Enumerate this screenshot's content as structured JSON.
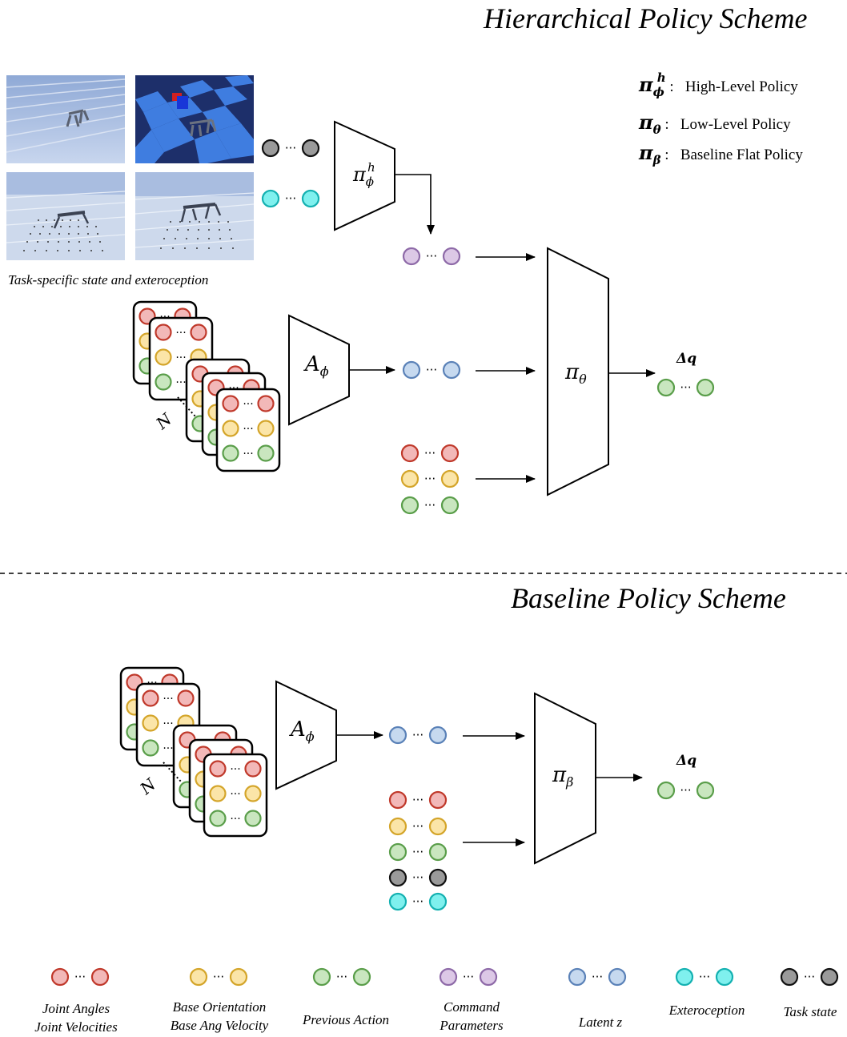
{
  "top": {
    "title": "Hierarchical Policy Scheme",
    "image_caption": "Task-specific state and exteroception",
    "legend": [
      {
        "symbol": "π",
        "sub": "ϕ",
        "sup": "h",
        "label": "High-Level Policy"
      },
      {
        "symbol": "π",
        "sub": "θ",
        "sup": "",
        "label": "Low-Level Policy"
      },
      {
        "symbol": "π",
        "sub": "β",
        "sup": "",
        "label": "Baseline Flat Policy"
      }
    ],
    "high_policy_label": "π",
    "high_policy_sub": "ϕ",
    "high_policy_sup": "h",
    "encoder_label": "A",
    "encoder_sub": "ϕ",
    "low_policy_label": "π",
    "low_policy_sub": "θ",
    "output_label": "Δq",
    "history_label": "N"
  },
  "bottom": {
    "title": "Baseline Policy Scheme",
    "encoder_label": "A",
    "encoder_sub": "ϕ",
    "policy_label": "π",
    "policy_sub": "β",
    "output_label": "Δq",
    "history_label": "N"
  },
  "legend": [
    {
      "color_fill": "#f2b8b8",
      "color_stroke": "#c0392b",
      "line1": "Joint Angles",
      "line2": "Joint Velocities"
    },
    {
      "color_fill": "#fbe5a8",
      "color_stroke": "#d4a52a",
      "line1": "Base Orientation",
      "line2": "Base Ang Velocity"
    },
    {
      "color_fill": "#c9e6bf",
      "color_stroke": "#5a9e4a",
      "line1": "Previous Action",
      "line2": ""
    },
    {
      "color_fill": "#dcc8e6",
      "color_stroke": "#8e6aa8",
      "line1": "Command",
      "line2": "Parameters"
    },
    {
      "color_fill": "#c6d9ef",
      "color_stroke": "#5b82b8",
      "line1": "Latent z",
      "line2": ""
    },
    {
      "color_fill": "#7ff0ee",
      "color_stroke": "#14b1b1",
      "line1": "Exteroception",
      "line2": ""
    },
    {
      "color_fill": "#9a9a9a",
      "color_stroke": "#111111",
      "line1": "Task state",
      "line2": ""
    }
  ],
  "colors": {
    "red_fill": "#f2b8b8",
    "red_stroke": "#c0392b",
    "yellow_fill": "#fbe5a8",
    "yellow_stroke": "#d4a52a",
    "green_fill": "#c9e6bf",
    "green_stroke": "#5a9e4a",
    "purple_fill": "#dcc8e6",
    "purple_stroke": "#8e6aa8",
    "blue_fill": "#c6d9ef",
    "blue_stroke": "#5b82b8",
    "cyan_fill": "#7ff0ee",
    "cyan_stroke": "#14b1b1",
    "gray_fill": "#9a9a9a",
    "gray_stroke": "#111111"
  },
  "ellipsis": "···"
}
